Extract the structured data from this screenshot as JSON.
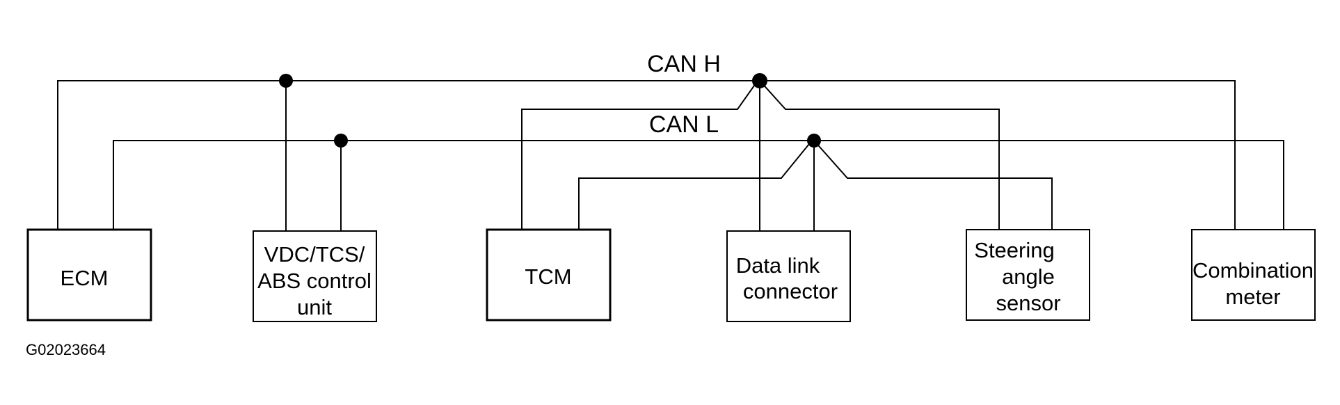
{
  "buses": {
    "can_h": "CAN H",
    "can_l": "CAN L"
  },
  "units": [
    {
      "id": "ecm",
      "lines": [
        "ECM"
      ]
    },
    {
      "id": "vdc",
      "lines": [
        "VDC/TCS/",
        "ABS control",
        "unit"
      ]
    },
    {
      "id": "tcm",
      "lines": [
        "TCM"
      ]
    },
    {
      "id": "dlc",
      "lines": [
        "Data link",
        "connector"
      ]
    },
    {
      "id": "steering",
      "lines": [
        "Steering",
        "angle",
        "sensor"
      ]
    },
    {
      "id": "combination",
      "lines": [
        "Combination",
        "meter"
      ]
    }
  ],
  "figure_id": "G02023664"
}
